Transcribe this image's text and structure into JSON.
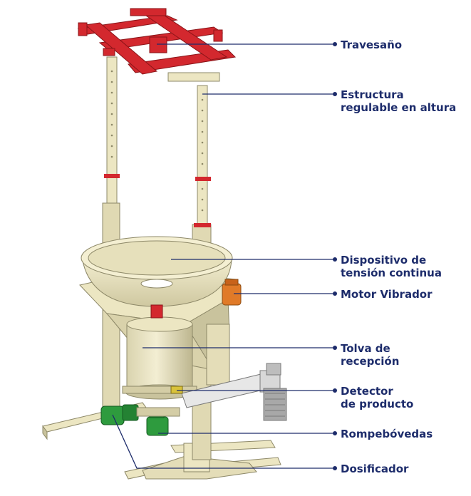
{
  "colors": {
    "frame": "#ece6c2",
    "frame_shadow": "#b8b28e",
    "traverse": "#d3282e",
    "motor_green": "#2e9b3e",
    "vibrator_orange": "#e07a28",
    "label_text": "#1d2c6b",
    "leader_line": "#1d2c6b"
  },
  "labels": {
    "travesano": [
      "Travesaño"
    ],
    "estructura": [
      "Estructura",
      "regulable en altura"
    ],
    "dispositivo": [
      "Dispositivo de",
      "tensión continua"
    ],
    "motor": [
      "Motor Vibrador"
    ],
    "tolva": [
      "Tolva de",
      "recepción"
    ],
    "detector": [
      "Detector",
      "de producto"
    ],
    "rompebovedas": [
      "Rompebóvedas"
    ],
    "dosificador": [
      "Dosificador"
    ]
  }
}
